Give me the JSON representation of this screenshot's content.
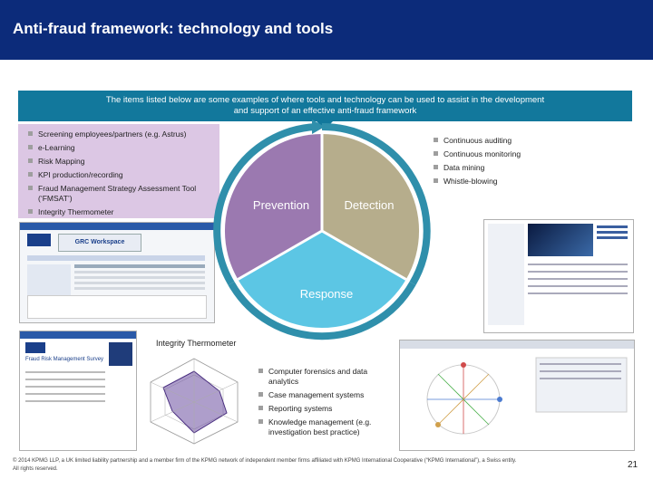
{
  "header": {
    "title": "Anti-fraud framework: technology and tools"
  },
  "intro": {
    "line1": "The items listed below are some examples of where tools and technology can be used to assist in the development",
    "line2": "and support of an effective anti-fraud framework"
  },
  "prevention": {
    "items": [
      "Screening employees/partners (e.g. Astrus)",
      "e-Learning",
      "Risk Mapping",
      "KPI production/recording",
      "Fraud Management Strategy Assessment Tool (‘FMSAT’)",
      "Integrity Thermometer"
    ]
  },
  "detection": {
    "items": [
      "Continuous auditing",
      "Continuous monitoring",
      "Data mining",
      "Whistle-blowing"
    ]
  },
  "response": {
    "items": [
      "Computer forensics and data analytics",
      "Case management systems",
      "Reporting systems",
      "Knowledge management (e.g. investigation best practice)"
    ]
  },
  "cycle": {
    "prevention": "Prevention",
    "detection": "Detection",
    "response": "Response"
  },
  "caption": {
    "thermometer": "Integrity Thermometer"
  },
  "screens": {
    "grc_logo": "GRC Workspace",
    "survey_title": "Fraud Risk Management Survey"
  },
  "footer": {
    "line1": "© 2014 KPMG LLP, a UK limited liability partnership and a member firm of the KPMG network of independent member firms affiliated with KPMG International Cooperative (“KPMG International”), a Swiss entity.",
    "line2": "All rights reserved."
  },
  "page": {
    "number": "21"
  },
  "colors": {
    "header": "#0c2b7a",
    "intro": "#12789c",
    "prevention": "#9b79b0",
    "detection": "#b6ad8c",
    "response": "#5cc6e4",
    "ring": "#2f8fab",
    "prevention_box": "#dcc7e4"
  }
}
